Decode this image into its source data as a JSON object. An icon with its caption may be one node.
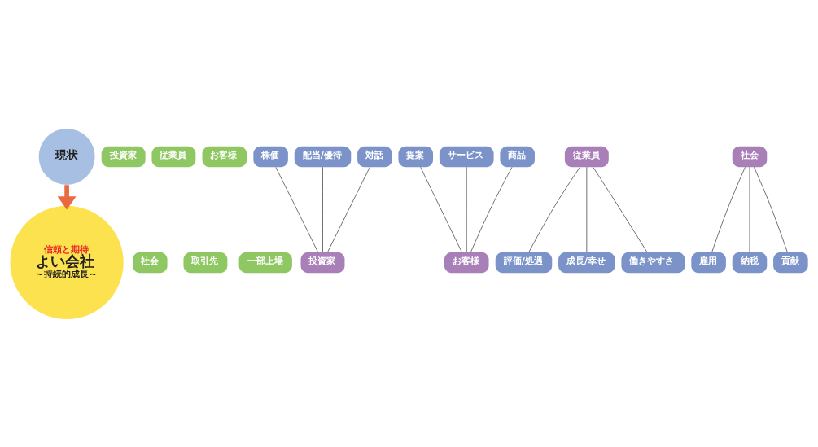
{
  "diagram": {
    "nodes": [
      {
        "text": [
          "現状"
        ]
      },
      {
        "text": [
          "信頼と期待",
          "よい会社",
          "～持続的成長～"
        ]
      },
      {
        "text": [
          "投資家"
        ]
      },
      {
        "text": [
          "従業員"
        ]
      },
      {
        "text": [
          "お客様"
        ]
      },
      {
        "text": [
          "社会"
        ]
      },
      {
        "text": [
          "取引先"
        ]
      },
      {
        "text": [
          "一部上場"
        ]
      },
      {
        "text": [
          "株価"
        ]
      },
      {
        "text": [
          "配当/優待"
        ]
      },
      {
        "text": [
          "対話"
        ]
      },
      {
        "text": [
          "提案"
        ]
      },
      {
        "text": [
          "サービス"
        ]
      },
      {
        "text": [
          "商品"
        ]
      },
      {
        "text": [
          "投資家"
        ]
      },
      {
        "text": [
          "お客様"
        ]
      },
      {
        "text": [
          "従業員"
        ]
      },
      {
        "text": [
          "社会"
        ]
      },
      {
        "text": [
          "評価/処遇"
        ]
      },
      {
        "text": [
          "成長/幸せ"
        ]
      },
      {
        "text": [
          "働きやすさ"
        ]
      },
      {
        "text": [
          "雇用"
        ]
      },
      {
        "text": [
          "納税"
        ]
      },
      {
        "text": [
          "貢献"
        ]
      }
    ],
    "edges": [
      {
        "from": 0,
        "to": 1,
        "arrow": "to",
        "style": "thick",
        "color": "#ea6a40"
      },
      {
        "from": 8,
        "to": 14,
        "arrow": "none"
      },
      {
        "from": 9,
        "to": 14,
        "arrow": "none"
      },
      {
        "from": 10,
        "to": 14,
        "arrow": "none"
      },
      {
        "from": 11,
        "to": 15,
        "arrow": "none"
      },
      {
        "from": 12,
        "to": 15,
        "arrow": "none"
      },
      {
        "from": 13,
        "to": 15,
        "arrow": "none"
      },
      {
        "from": 16,
        "to": 18,
        "arrow": "none"
      },
      {
        "from": 16,
        "to": 19,
        "arrow": "none"
      },
      {
        "from": 16,
        "to": 20,
        "arrow": "none"
      },
      {
        "from": 17,
        "to": 21,
        "arrow": "none"
      },
      {
        "from": 17,
        "to": 22,
        "arrow": "none"
      },
      {
        "from": 17,
        "to": 23,
        "arrow": "none"
      }
    ]
  }
}
